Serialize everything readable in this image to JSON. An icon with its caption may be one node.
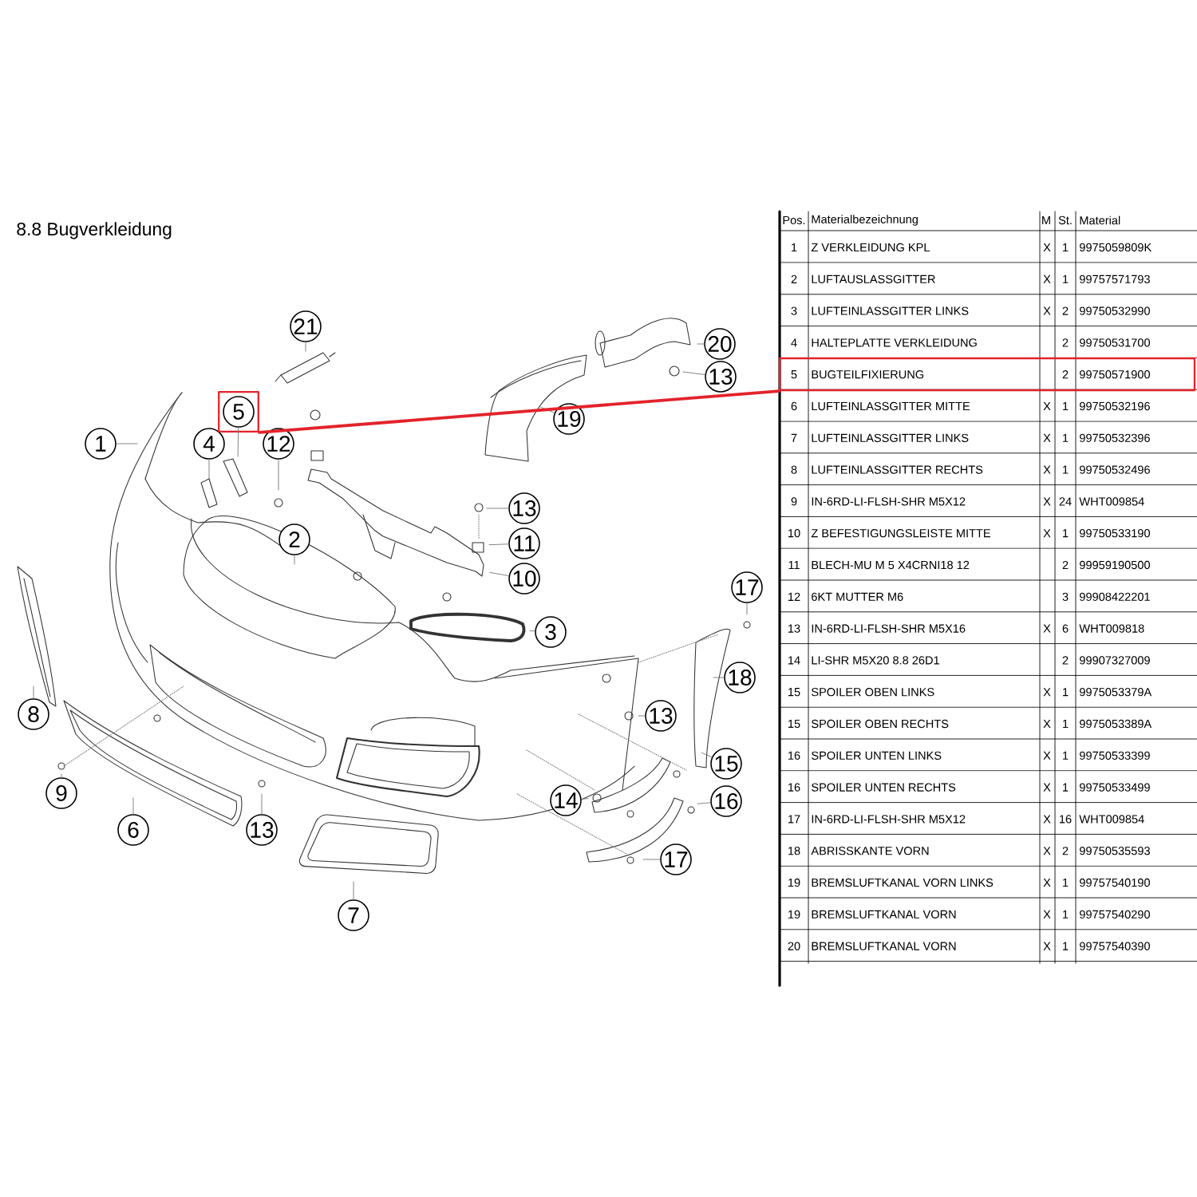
{
  "diagram": {
    "title": "8.8 Bugverkleidung",
    "nodes": [
      {
        "text": [
          "21"
        ]
      },
      {
        "text": [
          "20"
        ]
      },
      {
        "text": [
          "13"
        ]
      },
      {
        "text": [],
        "shape": "box"
      },
      {
        "text": [
          "5"
        ],
        "in": 3
      },
      {
        "text": [
          "19"
        ]
      },
      {
        "text": [
          "1"
        ]
      },
      {
        "text": [
          "4"
        ]
      },
      {
        "text": [
          "12"
        ]
      },
      {
        "text": [
          "13"
        ]
      },
      {
        "text": [
          "11"
        ]
      },
      {
        "text": [
          "2"
        ]
      },
      {
        "text": [
          "10"
        ]
      },
      {
        "text": [
          "17"
        ]
      },
      {
        "text": [
          "3"
        ]
      },
      {
        "text": [
          "18"
        ]
      },
      {
        "text": [
          "8"
        ]
      },
      {
        "text": [
          "13"
        ]
      },
      {
        "text": [
          "15"
        ]
      },
      {
        "text": [
          "9"
        ]
      },
      {
        "text": [
          "16"
        ]
      },
      {
        "text": [
          "14"
        ]
      },
      {
        "text": [
          "6"
        ]
      },
      {
        "text": [
          "13"
        ]
      },
      {
        "text": [
          "17"
        ]
      },
      {
        "text": [
          "7"
        ]
      },
      {
        "text": [],
        "shape": "box"
      }
    ],
    "edges": [
      {
        "from": 0,
        "to": null,
        "arrow": "none"
      },
      {
        "from": 1,
        "to": null,
        "arrow": "none"
      },
      {
        "from": 2,
        "to": null,
        "arrow": "none"
      },
      {
        "from": 4,
        "to": null,
        "arrow": "none"
      },
      {
        "from": 5,
        "to": null,
        "arrow": "none"
      },
      {
        "from": 6,
        "to": null,
        "arrow": "none"
      },
      {
        "from": 7,
        "to": null,
        "arrow": "none"
      },
      {
        "from": 8,
        "to": null,
        "arrow": "none"
      },
      {
        "from": 9,
        "to": null,
        "arrow": "none"
      },
      {
        "from": 10,
        "to": null,
        "arrow": "none"
      },
      {
        "from": 11,
        "to": null,
        "arrow": "none"
      },
      {
        "from": 12,
        "to": null,
        "arrow": "none"
      },
      {
        "from": 13,
        "to": null,
        "arrow": "none"
      },
      {
        "from": 14,
        "to": null,
        "arrow": "none"
      },
      {
        "from": 15,
        "to": null,
        "arrow": "none"
      },
      {
        "from": 16,
        "to": null,
        "arrow": "none"
      },
      {
        "from": 17,
        "to": null,
        "arrow": "none"
      },
      {
        "from": 18,
        "to": null,
        "arrow": "none"
      },
      {
        "from": 19,
        "to": null,
        "arrow": "none"
      },
      {
        "from": 20,
        "to": null,
        "arrow": "none"
      },
      {
        "from": 21,
        "to": null,
        "arrow": "none"
      },
      {
        "from": 22,
        "to": null,
        "arrow": "none"
      },
      {
        "from": 23,
        "to": null,
        "arrow": "none"
      },
      {
        "from": 24,
        "to": null,
        "arrow": "none"
      },
      {
        "from": 25,
        "to": null,
        "arrow": "none"
      },
      {
        "from": 3,
        "to": 26,
        "arrow": "none",
        "style": "thick",
        "color": "#e3232b"
      }
    ],
    "labels": [
      "Pos.",
      "Materialbezeichnung",
      "M",
      "St.",
      "Material",
      "1",
      "Z VERKLEIDUNG KPL",
      "X",
      "1",
      "9975059809K",
      "2",
      "LUFTAUSLASSGITTER",
      "X",
      "1",
      "99757571793",
      "3",
      "LUFTEINLASSGITTER LINKS",
      "X",
      "2",
      "99750532990",
      "4",
      "HALTEPLATTE VERKLEIDUNG",
      "2",
      "99750531700",
      "5",
      "BUGTEILFIXIERUNG",
      "2",
      "99750571900",
      "6",
      "LUFTEINLASSGITTER MITTE",
      "X",
      "1",
      "99750532196",
      "7",
      "LUFTEINLASSGITTER LINKS",
      "X",
      "1",
      "99750532396",
      "8",
      "LUFTEINLASSGITTER RECHTS",
      "X",
      "1",
      "99750532496",
      "9",
      "IN-6RD-LI-FLSH-SHR M5X12",
      "X",
      "24",
      "WHT009854",
      "10",
      "Z BEFESTIGUNGSLEISTE MITTE",
      "X",
      "1",
      "99750533190",
      "11",
      "BLECH-MU M 5 X4CRNI18 12",
      "2",
      "99959190500",
      "12",
      "6KT MUTTER M6",
      "3",
      "99908422201",
      "13",
      "IN-6RD-LI-FLSH-SHR M5X16",
      "X",
      "6",
      "WHT009818",
      "14",
      "LI-SHR M5X20 8.8 26D1",
      "2",
      "99907327009",
      "15",
      "SPOILER OBEN LINKS",
      "X",
      "1",
      "9975053379A",
      "15",
      "SPOILER OBEN RECHTS",
      "X",
      "1",
      "9975053389A",
      "16",
      "SPOILER UNTEN LINKS",
      "X",
      "1",
      "99750533399",
      "16",
      "SPOILER UNTEN RECHTS",
      "X",
      "1",
      "99750533499",
      "17",
      "IN-6RD-LI-FLSH-SHR M5X12",
      "X",
      "16",
      "WHT009854",
      "18",
      "ABRISSKANTE VORN",
      "X",
      "2",
      "99750535593",
      "19",
      "BREMSLUFTKANAL VORN LINKS",
      "X",
      "1",
      "99757540190",
      "19",
      "BREMSLUFTKANAL VORN",
      "X",
      "1",
      "99757540290",
      "20",
      "BREMSLUFTKANAL VORN",
      "X",
      "1",
      "99757540390"
    ]
  }
}
